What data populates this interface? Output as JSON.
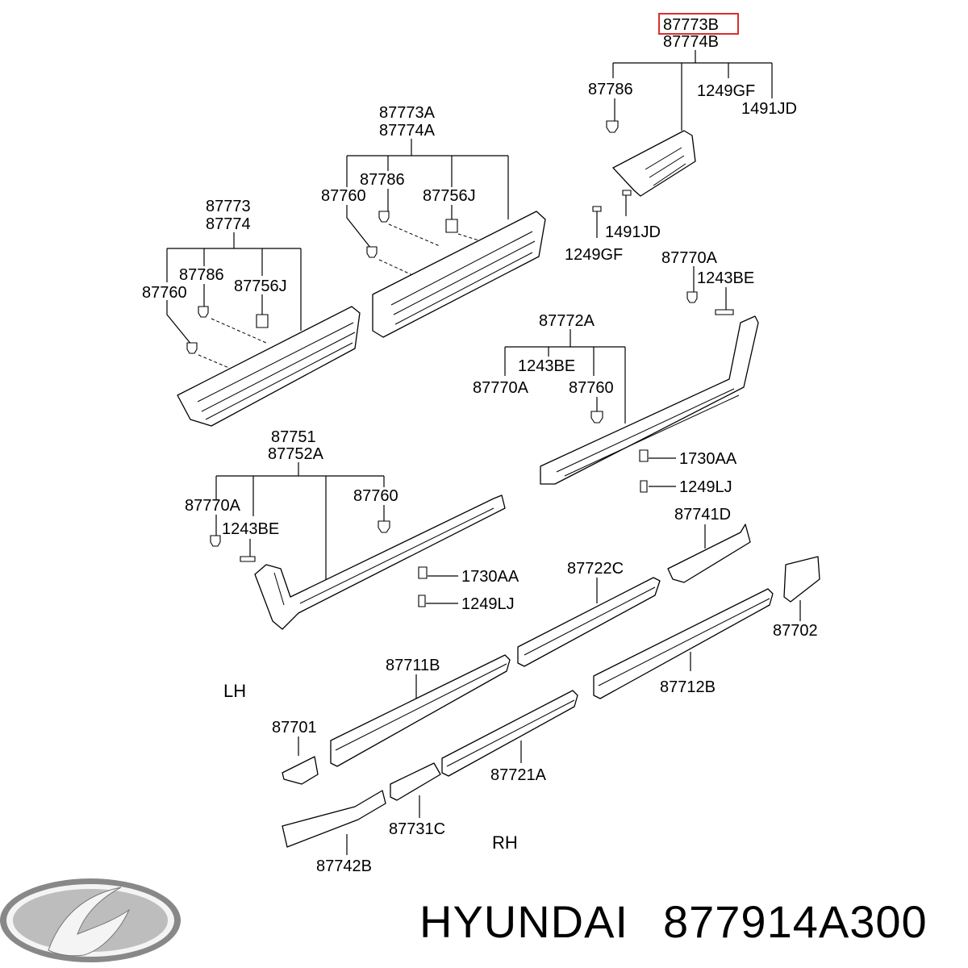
{
  "labels": {
    "p87773B": "87773B",
    "p87774B": "87774B",
    "p87786_top": "87786",
    "p1249GF_top": "1249GF",
    "p1491JD_top": "1491JD",
    "p1491JD_mid": "1491JD",
    "p1249GF_mid": "1249GF",
    "p87773A": "87773A",
    "p87774A": "87774A",
    "p87786_a": "87786",
    "p87760_a": "87760",
    "p87756J_a": "87756J",
    "p87773": "87773",
    "p87774": "87774",
    "p87786_b": "87786",
    "p87760_b": "87760",
    "p87756J_b": "87756J",
    "p87770A_r": "87770A",
    "p1243BE_r": "1243BE",
    "p87772A": "87772A",
    "p1243BE_c": "1243BE",
    "p87770A_c": "87770A",
    "p87760_c": "87760",
    "p1730AA_r": "1730AA",
    "p1249LJ_r": "1249LJ",
    "p87751": "87751",
    "p87752A": "87752A",
    "p87770A_l": "87770A",
    "p87760_l": "87760",
    "p1243BE_l": "1243BE",
    "p1730AA_l": "1730AA",
    "p1249LJ_l": "1249LJ",
    "p87741D": "87741D",
    "p87722C": "87722C",
    "p87702": "87702",
    "p87711B": "87711B",
    "p87712B": "87712B",
    "p87701": "87701",
    "p87721A": "87721A",
    "p87731C": "87731C",
    "p87742B": "87742B"
  },
  "side_labels": {
    "lh": "LH",
    "rh": "RH"
  },
  "brand": {
    "name": "HYUNDAI",
    "part_number": "877914A300"
  },
  "highlight_color": "#d9302c"
}
